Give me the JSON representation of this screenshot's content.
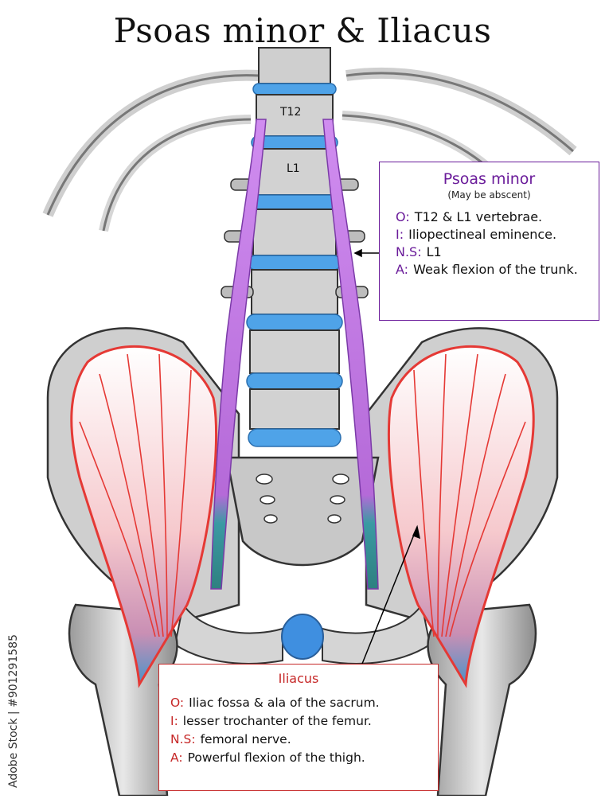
{
  "title": "Psoas minor & Iliacus",
  "vertebra_labels": {
    "t12": "T12",
    "l1": "L1"
  },
  "psoas_minor": {
    "title": "Psoas minor",
    "subtitle": "(May be abscent)",
    "rows": [
      {
        "key": "O:",
        "value": "T12 & L1 vertebrae."
      },
      {
        "key": "I:",
        "value": "Iliopectineal eminence."
      },
      {
        "key": "N.S:",
        "value": "L1"
      },
      {
        "key": "A:",
        "value": "Weak flexion of the trunk."
      }
    ]
  },
  "iliacus": {
    "title": "Iliacus",
    "rows": [
      {
        "key": "O:",
        "value": "Iliac fossa & ala of the sacrum."
      },
      {
        "key": "I:",
        "value": "lesser trochanter of the femur."
      },
      {
        "key": "N.S:",
        "value": "femoral nerve."
      },
      {
        "key": "A:",
        "value": "Powerful flexion of the thigh."
      }
    ]
  },
  "credit": "Adobe Stock | #901291585",
  "colors": {
    "psoas": "#c77ee6",
    "iliacus_red": "#e53935",
    "disc_blue": "#4fa3e8",
    "bone_gray": "#d9d9d9",
    "tendon_teal": "#2e8b8b"
  }
}
